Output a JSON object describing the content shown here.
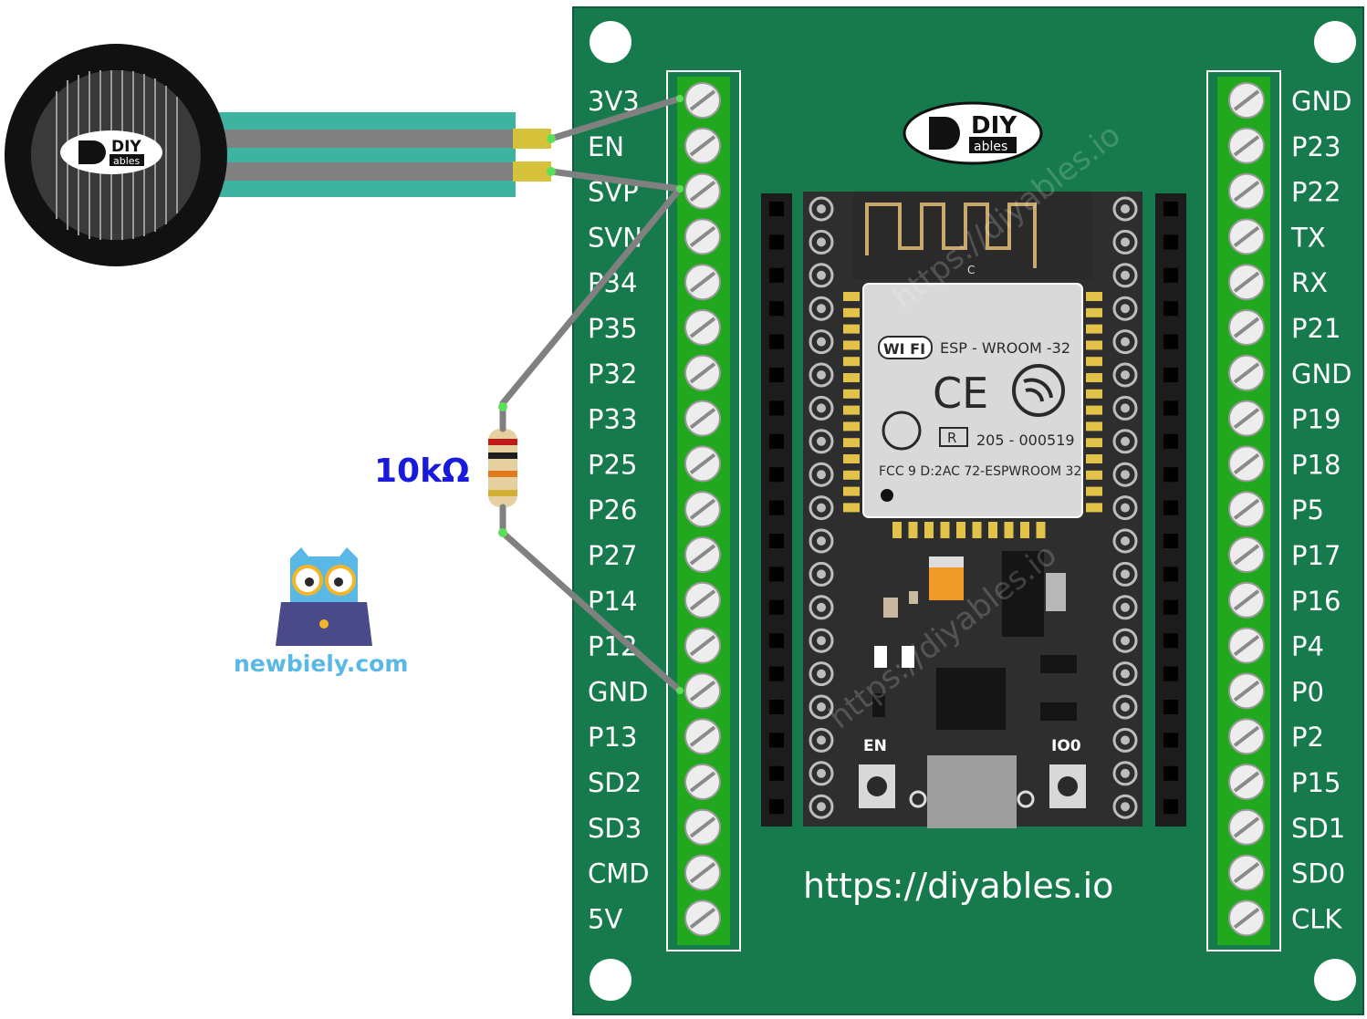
{
  "sensor": {
    "logo_top": "DIY",
    "logo_bottom": "ables"
  },
  "board": {
    "logo_top": "DIY",
    "logo_bottom": "ables",
    "url_text": "https://diyables.io",
    "watermark_text": "https://diyables.io",
    "left_pins": [
      "3V3",
      "EN",
      "SVP",
      "SVN",
      "P34",
      "P35",
      "P32",
      "P33",
      "P25",
      "P26",
      "P27",
      "P14",
      "P12",
      "GND",
      "P13",
      "SD2",
      "SD3",
      "CMD",
      "5V"
    ],
    "right_pins": [
      "GND",
      "P23",
      "P22",
      "TX",
      "RX",
      "P21",
      "GND",
      "P19",
      "P18",
      "P5",
      "P17",
      "P16",
      "P4",
      "P0",
      "P2",
      "P15",
      "SD1",
      "SD0",
      "CLK"
    ]
  },
  "module": {
    "wifi_text": "WI FI",
    "model_text": "ESP - WROOM -32",
    "ce_text": "CE",
    "reg_mark": "R",
    "reg_number": "205 - 000519",
    "fcc_text": "FCC 9 D:2AC 72-ESPWROOM  32",
    "antenna_mark": "C",
    "button_en_label": "EN",
    "button_io0_label": "IO0"
  },
  "resistor": {
    "label": "10kΩ"
  },
  "brand": {
    "site_text": "newbiely.com"
  },
  "colors": {
    "board_green": "#167A4C",
    "terminal_green": "#22A81E",
    "pcb_black": "#2B2B2B",
    "wire_gray": "#808080",
    "resistor_label_blue": "#1A1ADB",
    "brand_blue": "#5AB8E6"
  }
}
